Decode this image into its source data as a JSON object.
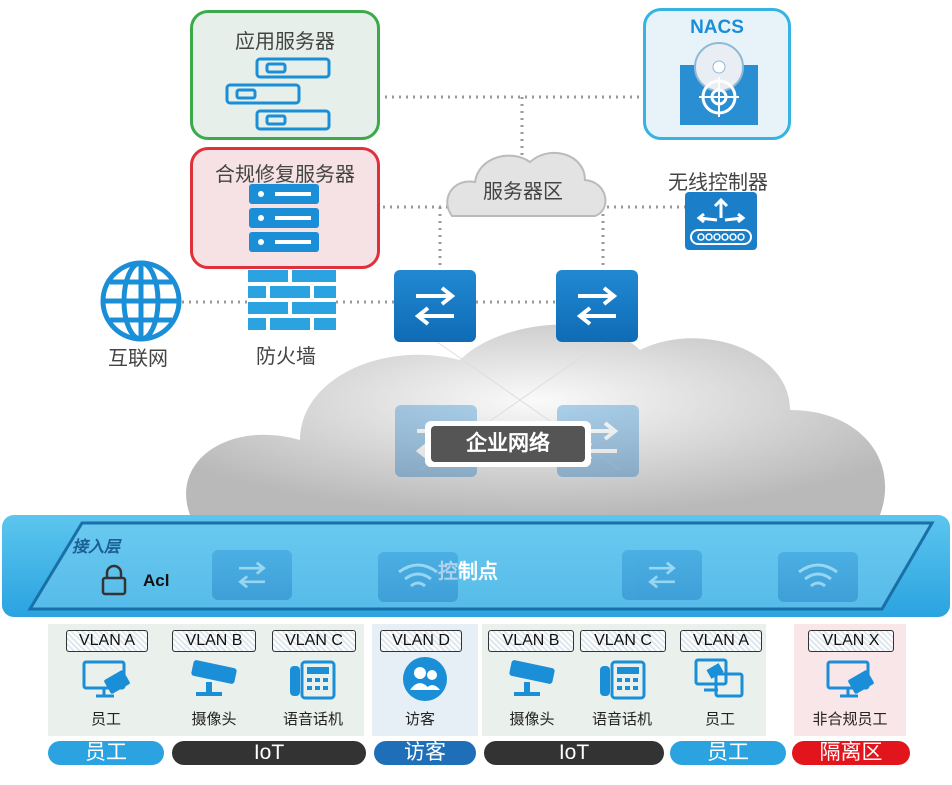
{
  "servers": {
    "app": "应用服务器",
    "remediation": "合规修复服务器",
    "nacs": "NACS",
    "wireless": "无线控制器",
    "zone": "服务器区"
  },
  "edge": {
    "internet": "互联网",
    "firewall": "防火墙"
  },
  "network": {
    "enterprise": "企业网络"
  },
  "access": {
    "title": "接入层",
    "acl": "Acl",
    "control": "控制点"
  },
  "devices": [
    {
      "vlan": "VLAN A",
      "label": "员工",
      "icon": "pc-icon"
    },
    {
      "vlan": "VLAN B",
      "label": "摄像头",
      "icon": "camera-icon"
    },
    {
      "vlan": "VLAN C",
      "label": "语音话机",
      "icon": "phone-icon"
    },
    {
      "vlan": "VLAN D",
      "label": "访客",
      "icon": "guest-icon"
    },
    {
      "vlan": "VLAN B",
      "label": "摄像头",
      "icon": "camera-icon"
    },
    {
      "vlan": "VLAN C",
      "label": "语音话机",
      "icon": "phone-icon"
    },
    {
      "vlan": "VLAN A",
      "label": "员工",
      "icon": "multi-device-icon"
    },
    {
      "vlan": "VLAN X",
      "label": "非合规员工",
      "icon": "pc-icon"
    }
  ],
  "zones": [
    {
      "label": "员工",
      "color": "#2aa3e0"
    },
    {
      "label": "IoT",
      "color": "#333333"
    },
    {
      "label": "访客",
      "color": "#1e6fb8"
    },
    {
      "label": "IoT",
      "color": "#333333"
    },
    {
      "label": "员工",
      "color": "#2aa3e0"
    },
    {
      "label": "隔离区",
      "color": "#e3151c"
    }
  ]
}
